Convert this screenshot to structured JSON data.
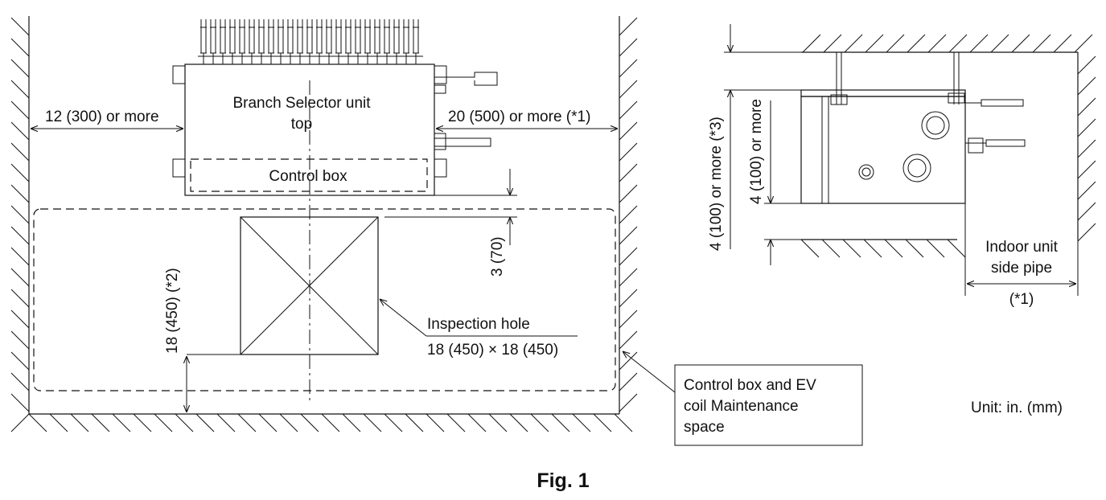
{
  "left_view": {
    "unit_title_line1": "Branch Selector unit",
    "unit_title_line2": "top",
    "control_box": "Control box",
    "left_clearance": "12 (300) or more",
    "right_clearance": "20 (500) or more (*1)",
    "gap_dimension": "3 (70)",
    "maintenance_depth": "18 (450) (*2)",
    "inspection_hole_line1": "Inspection hole",
    "inspection_hole_line2": "18 (450) × 18 (450)"
  },
  "callout": {
    "line1": "Control box and EV",
    "line2": "coil Maintenance",
    "line3": "space"
  },
  "right_view": {
    "top_clearance": "4 (100) or more (*3)",
    "bottom_clearance": "4 (100) or more",
    "side_pipe_line1": "Indoor unit",
    "side_pipe_line2": "side pipe",
    "side_pipe_note": "(*1)"
  },
  "unit_note": "Unit: in. (mm)",
  "figure_caption": "Fig. 1"
}
